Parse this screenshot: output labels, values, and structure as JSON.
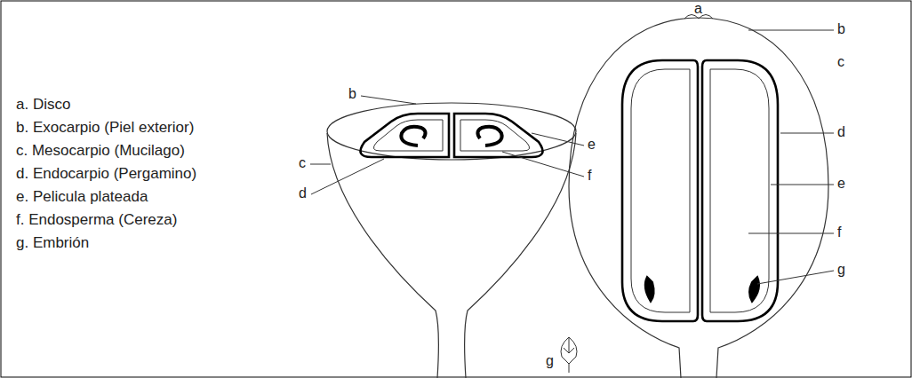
{
  "diagram": {
    "labels": [
      "a. Disco",
      "b. Exocarpio (Piel exterior)",
      "c. Mesocarpio (Mucilago)",
      "d. Endocarpio (Pergamino)",
      "e. Pelicula plateada",
      "f. Endosperma (Cereza)",
      "g. Embrión",
      "b",
      "c",
      "d",
      "e",
      "f",
      "a",
      "b",
      "c",
      "d",
      "e",
      "f",
      "g",
      "g"
    ]
  }
}
